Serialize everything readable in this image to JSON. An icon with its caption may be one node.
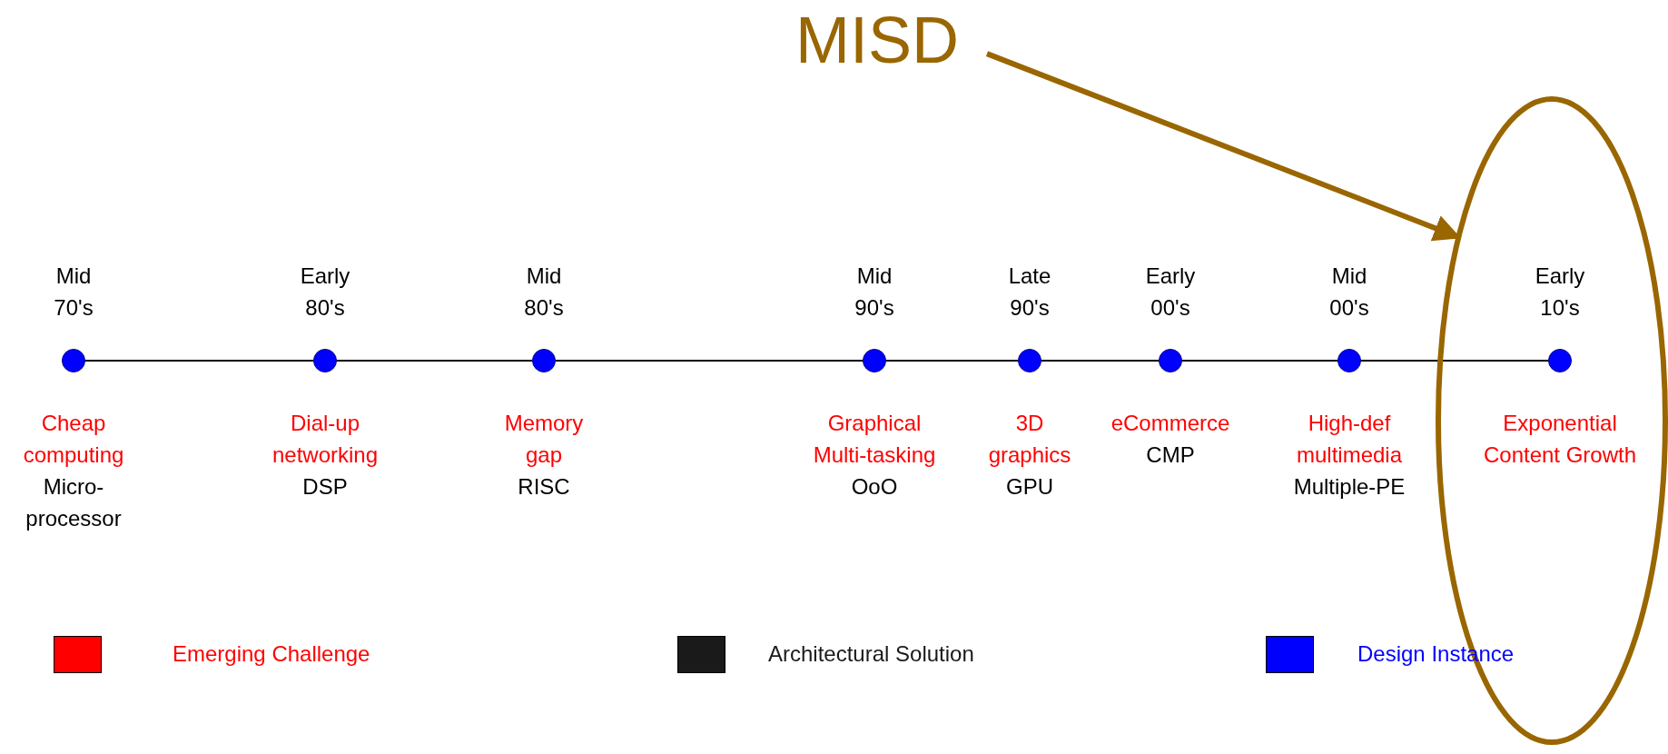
{
  "diagram": {
    "nodes": [
      {
        "text": [
          "MISD"
        ]
      },
      {
        "text": [],
        "shape": "circle",
        "beside": [
          "Mid 70's",
          "Cheap computing",
          "Micro-processor"
        ]
      },
      {
        "text": [],
        "shape": "circle",
        "beside": [
          "Early 80's",
          "Dial-up networking",
          "DSP"
        ]
      },
      {
        "text": [],
        "shape": "circle",
        "beside": [
          "Mid 80's",
          "Memory gap",
          "RISC"
        ]
      },
      {
        "text": [],
        "shape": "circle",
        "beside": [
          "Mid 90's",
          "Graphical Multi-tasking",
          "OoO"
        ]
      },
      {
        "text": [],
        "shape": "circle",
        "beside": [
          "Late 90's",
          "3D graphics",
          "GPU"
        ]
      },
      {
        "text": [],
        "shape": "circle",
        "beside": [
          "Early 00's",
          "eCommerce",
          "CMP"
        ]
      },
      {
        "text": [],
        "shape": "circle",
        "beside": [
          "Mid 00's",
          "High-def multimedia",
          "Multiple-PE"
        ]
      },
      {
        "text": [],
        "shape": "circle",
        "beside": [
          "Early 10's",
          "Exponential Content Growth"
        ],
        "in": 9
      },
      {
        "text": [],
        "shape": "ellipse"
      }
    ],
    "edges": [
      {
        "from": 1,
        "to": 2,
        "arrow": "none"
      },
      {
        "from": 2,
        "to": 3,
        "arrow": "none"
      },
      {
        "from": 3,
        "to": 4,
        "arrow": "none"
      },
      {
        "from": 4,
        "to": 5,
        "arrow": "none"
      },
      {
        "from": 5,
        "to": 6,
        "arrow": "none"
      },
      {
        "from": 6,
        "to": 7,
        "arrow": "none"
      },
      {
        "from": 7,
        "to": 8,
        "arrow": "none"
      },
      {
        "from": 0,
        "to": 9,
        "arrow": "to",
        "style": "thick",
        "color": "#996600"
      }
    ],
    "legend": [
      {
        "text": "Emerging Challenge",
        "color": "#ff0000"
      },
      {
        "text": "Architectural Solution",
        "color": "#1a1a1a"
      },
      {
        "text": "Design Instance",
        "color": "#0000ff"
      }
    ]
  }
}
